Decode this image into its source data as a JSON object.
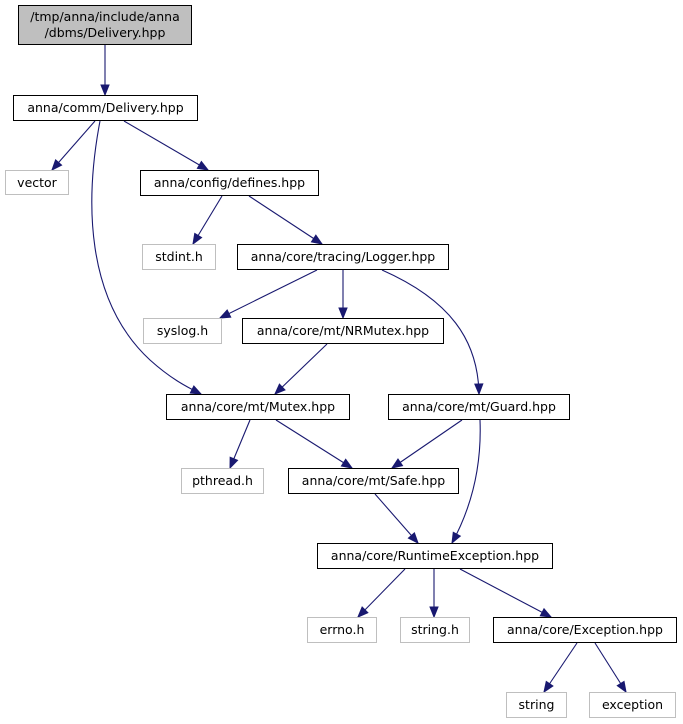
{
  "graph": {
    "root": {
      "line1": "/tmp/anna/include/anna",
      "line2": "/dbms/Delivery.hpp"
    },
    "nodes": {
      "comm_delivery": "anna/comm/Delivery.hpp",
      "vector": "vector",
      "config_defines": "anna/config/defines.hpp",
      "stdint": "stdint.h",
      "logger": "anna/core/tracing/Logger.hpp",
      "syslog": "syslog.h",
      "nrmutex": "anna/core/mt/NRMutex.hpp",
      "mutex": "anna/core/mt/Mutex.hpp",
      "guard": "anna/core/mt/Guard.hpp",
      "pthread": "pthread.h",
      "safe": "anna/core/mt/Safe.hpp",
      "runtime_exception": "anna/core/RuntimeException.hpp",
      "errno": "errno.h",
      "string_h": "string.h",
      "exception_hpp": "anna/core/Exception.hpp",
      "string": "string",
      "exception": "exception"
    },
    "edges": [
      [
        "root",
        "comm_delivery"
      ],
      [
        "comm_delivery",
        "vector"
      ],
      [
        "comm_delivery",
        "config_defines"
      ],
      [
        "comm_delivery",
        "mutex"
      ],
      [
        "config_defines",
        "stdint"
      ],
      [
        "config_defines",
        "logger"
      ],
      [
        "logger",
        "syslog"
      ],
      [
        "logger",
        "nrmutex"
      ],
      [
        "logger",
        "guard"
      ],
      [
        "nrmutex",
        "mutex"
      ],
      [
        "mutex",
        "pthread"
      ],
      [
        "mutex",
        "safe"
      ],
      [
        "guard",
        "safe"
      ],
      [
        "guard",
        "runtime_exception"
      ],
      [
        "safe",
        "runtime_exception"
      ],
      [
        "runtime_exception",
        "errno"
      ],
      [
        "runtime_exception",
        "string_h"
      ],
      [
        "runtime_exception",
        "exception_hpp"
      ],
      [
        "exception_hpp",
        "string"
      ],
      [
        "exception_hpp",
        "exception"
      ]
    ],
    "colors": {
      "edge": "#191970",
      "root_fill": "#bfbfbf",
      "internal_border": "#000000",
      "external_border": "#bfbfbf"
    }
  }
}
